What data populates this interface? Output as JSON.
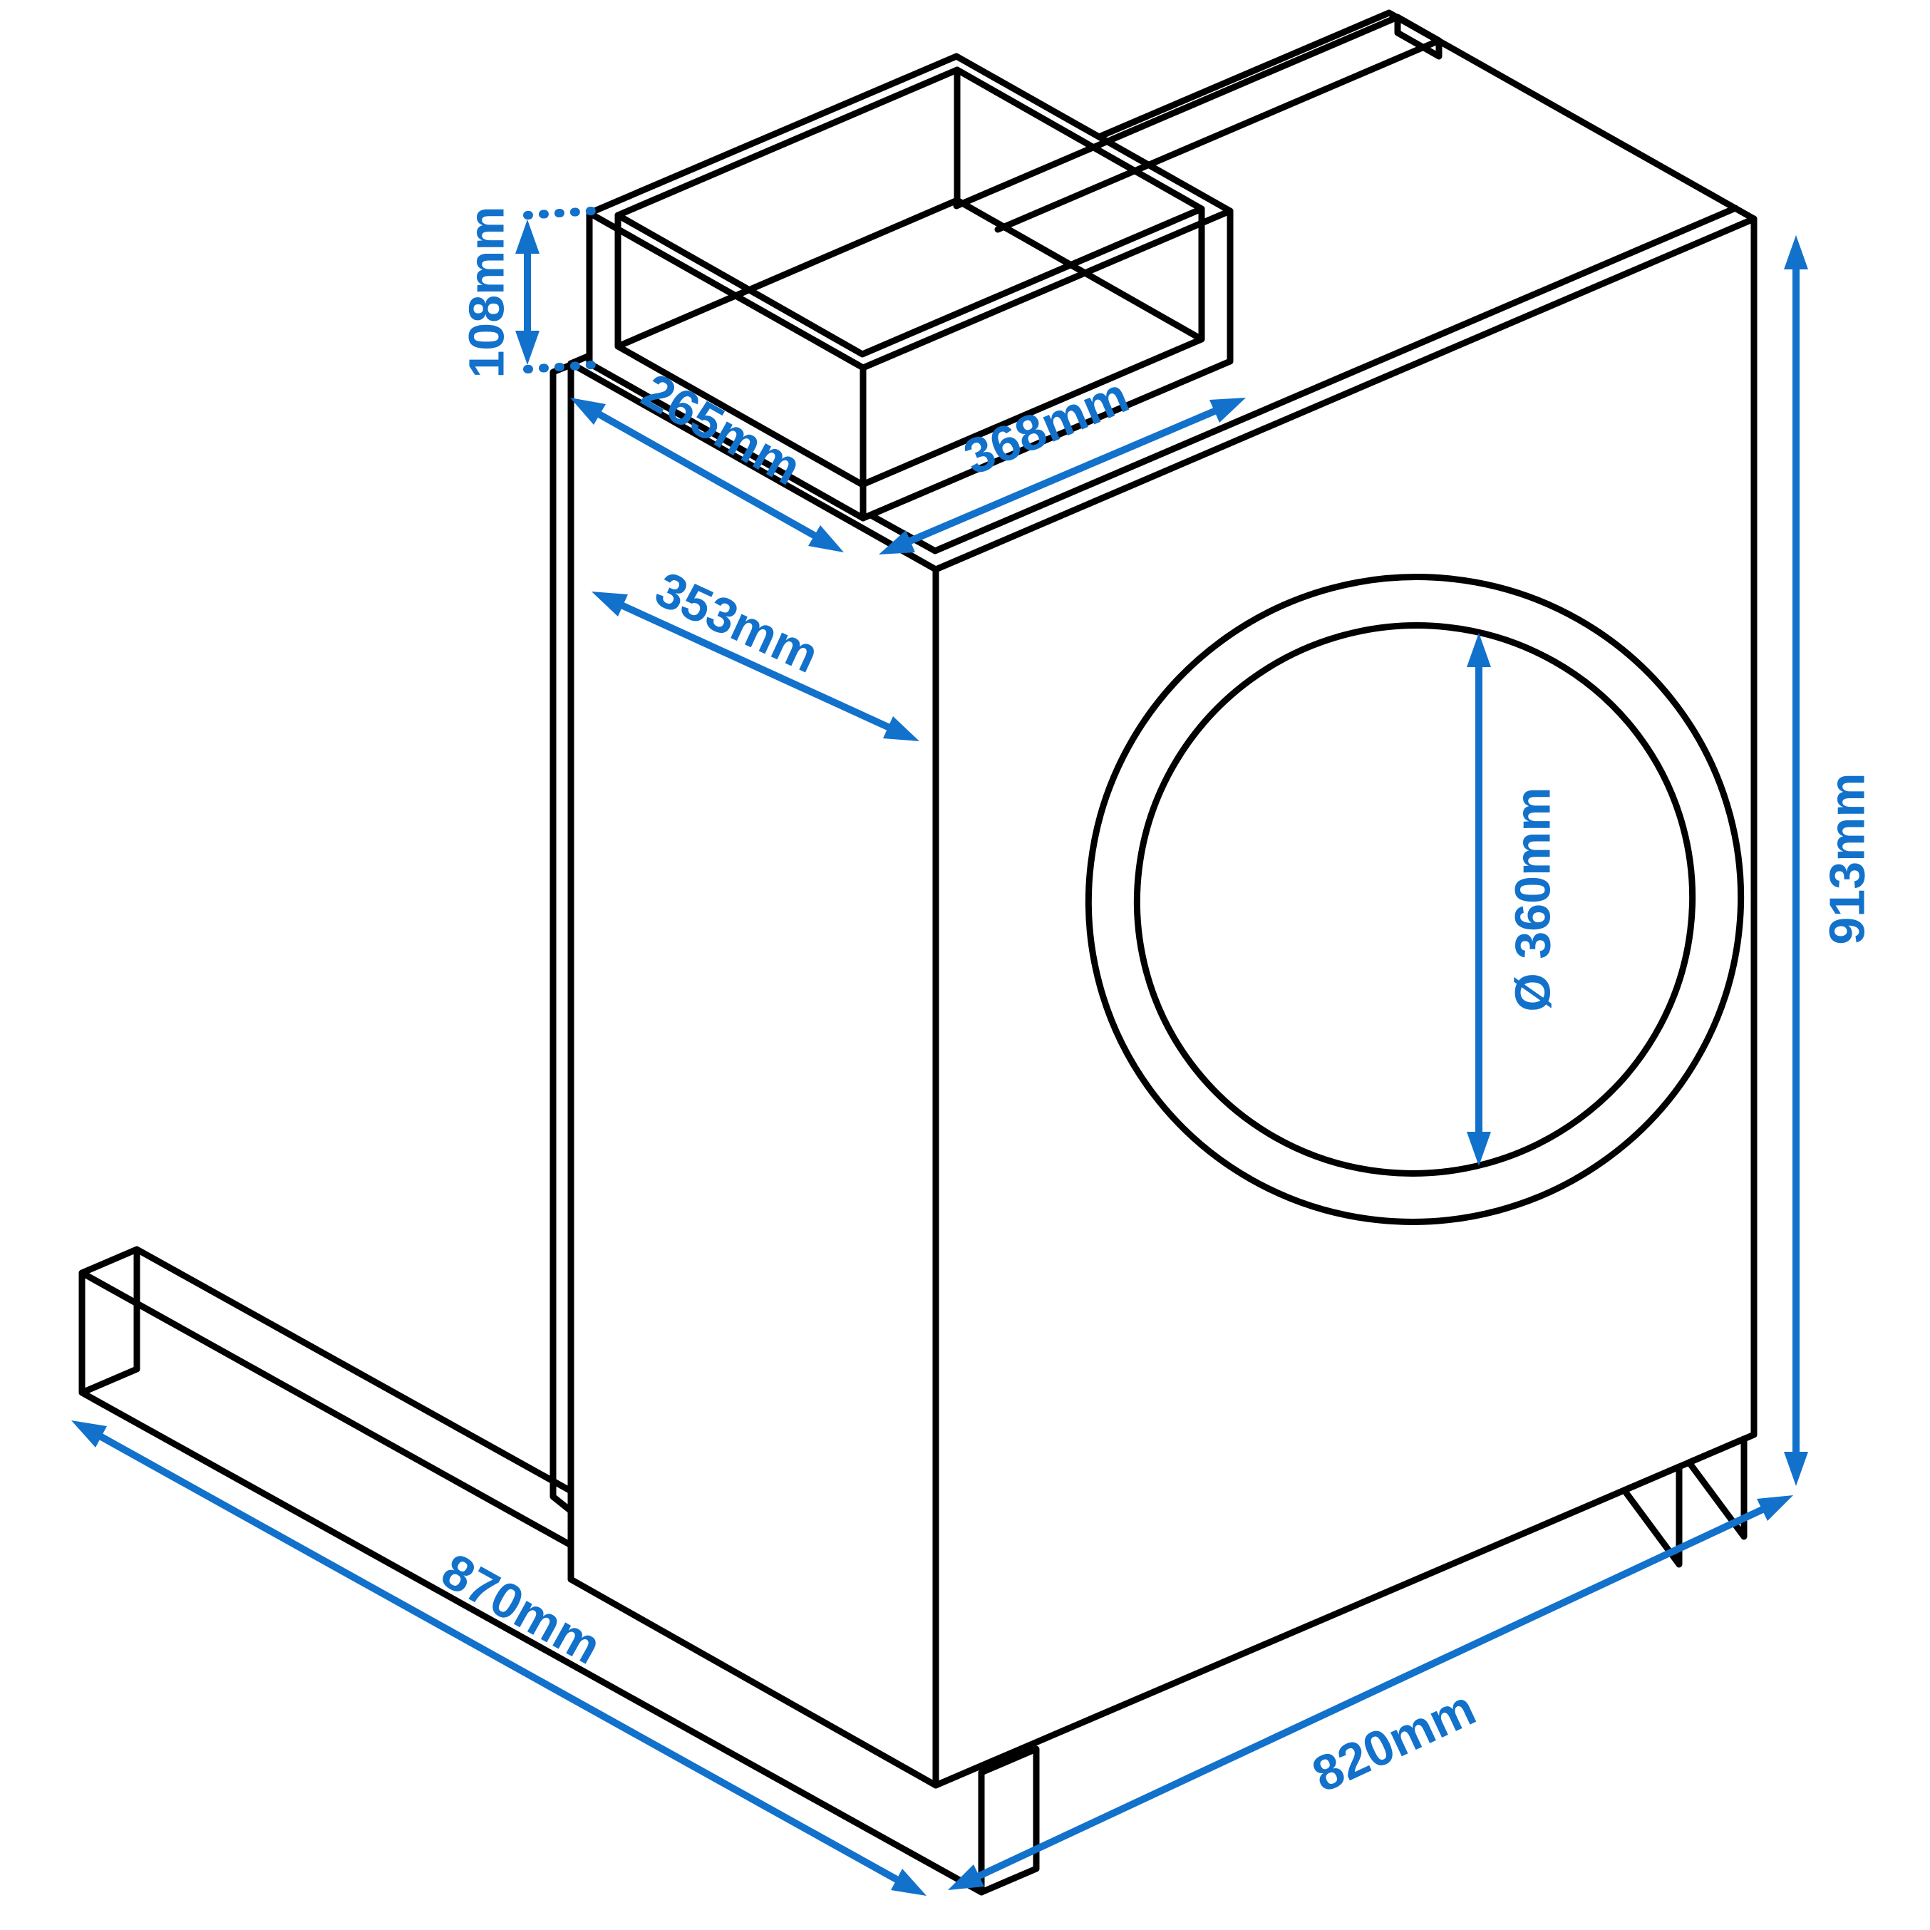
{
  "diagram": {
    "kind": "isometric-dimension-drawing",
    "subject": "duct-fan-box-unit",
    "colors": {
      "background": "#FFFFFF",
      "line": "#000000",
      "dimension": "#1271CB"
    },
    "dimensions": {
      "inlet_duct_height": {
        "label": "108mm"
      },
      "inlet_duct_depth": {
        "label": "265mm"
      },
      "inlet_duct_width": {
        "label": "368mm"
      },
      "cabinet_depth": {
        "label": "353mm"
      },
      "cabinet_height": {
        "label": "913mm"
      },
      "outlet_diameter": {
        "label": "Ø 360mm"
      },
      "skid_rail_length": {
        "label": "870mm"
      },
      "cabinet_width": {
        "label": "820mm"
      }
    }
  }
}
